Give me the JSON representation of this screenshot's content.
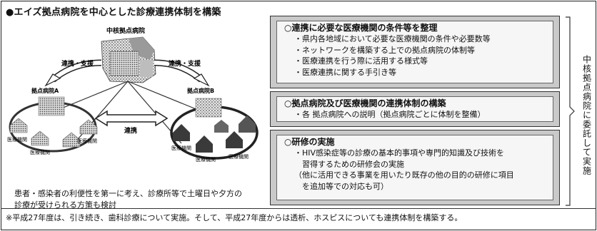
{
  "title": "●エイズ拠点病院を中心とした診療連携体制を構築",
  "diagram": {
    "central_hospital": "中核拠点病院",
    "base_a": "拠点病院A",
    "base_b": "拠点病院B",
    "arrow_left": "連携・支援",
    "arrow_right": "連携・支援",
    "arrow_mid": "連携",
    "clinic": "医療機関"
  },
  "caption": "患者・感染者の利便性を第一に考え、診療所等で土曜日や夕方の診療が受けられる方策も検討",
  "boxes": [
    {
      "title": "○連携に必要な医療機関の条件等を整理",
      "items": [
        "・県内各地域において必要な医療機関の条件や必要数等",
        "・ネットワークを構築する上での拠点病院の体制等",
        "・医療連携を行う際に活用する様式等",
        "・医療連携に関する手引き等"
      ]
    },
    {
      "title": "○拠点病院及び医療機関の連携体制の構築",
      "items": [
        "・各 拠点病院への説明（拠点病院ごとに体制を整備）"
      ]
    },
    {
      "title": "○研修の実施",
      "items": [
        "・HIV感染症等の診療の基本的事項や専門的知識及び技術を",
        "　習得するための研修会の実施",
        "（他に活用できる事業を用いたり既存の他の目的の研修に項目",
        "　を追加等での対応も可）"
      ]
    }
  ],
  "side_label": "中核拠点病院に委託して実施",
  "footnote": "※平成27年度は、引き続き、歯科診療について実施。そして、平成27年度からは透析、ホスピスについても連携体制を構築する。"
}
